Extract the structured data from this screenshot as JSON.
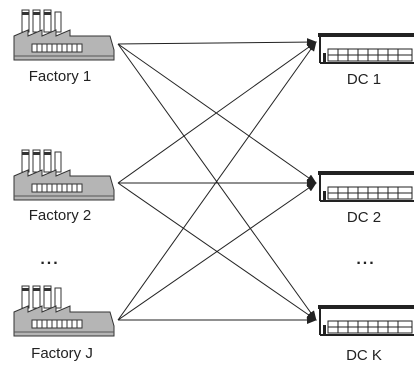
{
  "diagram": {
    "factories": [
      {
        "id": "f1",
        "label": "Factory 1"
      },
      {
        "id": "f2",
        "label": "Factory 2"
      },
      {
        "id": "fJ",
        "label": "Factory J"
      }
    ],
    "dcs": [
      {
        "id": "d1",
        "label": "DC 1"
      },
      {
        "id": "d2",
        "label": "DC 2"
      },
      {
        "id": "dK",
        "label": "DC K"
      }
    ],
    "ellipsis_left": "...",
    "ellipsis_right": "...",
    "connections": [
      [
        "f1",
        "d1"
      ],
      [
        "f1",
        "d2"
      ],
      [
        "f1",
        "dK"
      ],
      [
        "f2",
        "d1"
      ],
      [
        "f2",
        "d2"
      ],
      [
        "f2",
        "dK"
      ],
      [
        "fJ",
        "d1"
      ],
      [
        "fJ",
        "d2"
      ],
      [
        "fJ",
        "dK"
      ]
    ],
    "colors": {
      "line": "#222222",
      "building_fill": "#b5b5b5",
      "building_stroke": "#333333",
      "dc_fill": "#ffffff"
    },
    "icons": {
      "factory": "factory-icon",
      "dc": "warehouse-icon"
    }
  }
}
